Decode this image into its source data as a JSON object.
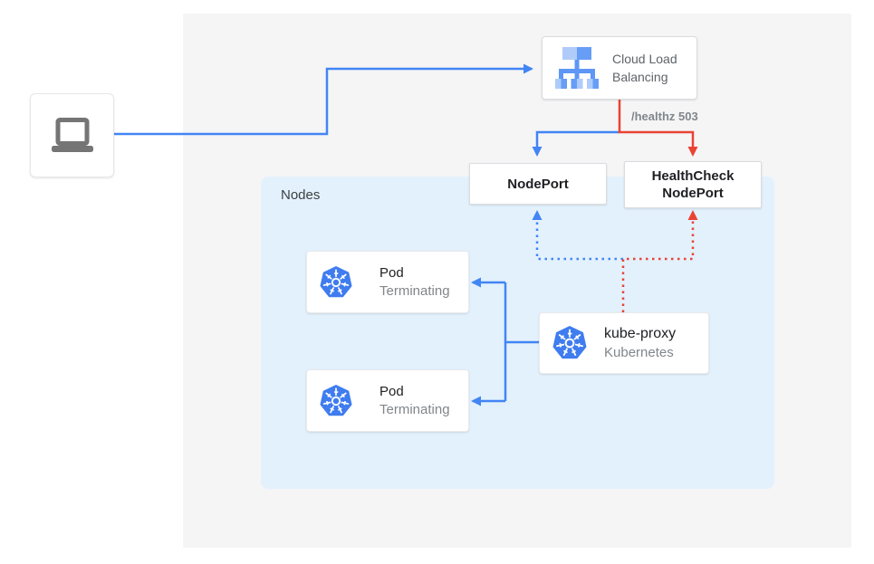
{
  "colors": {
    "blue": "#4285f4",
    "red": "#ea4335",
    "k8s_blue": "#3e7cf0",
    "icon_gray": "#757575",
    "lb_icon_light": "#aecbfa",
    "lb_icon_medium": "#669df6"
  },
  "load_balancer": {
    "label": "Cloud Load Balancing"
  },
  "routes": {
    "healthz_label": "/healthz 503"
  },
  "nodes_panel": {
    "label": "Nodes"
  },
  "node_port": {
    "label": "NodePort"
  },
  "health_check_node_port": {
    "label": "HealthCheck NodePort"
  },
  "pods": [
    {
      "title": "Pod",
      "subtitle": "Terminating"
    },
    {
      "title": "Pod",
      "subtitle": "Terminating"
    }
  ],
  "kube_proxy": {
    "title": "kube-proxy",
    "subtitle": "Kubernetes"
  }
}
